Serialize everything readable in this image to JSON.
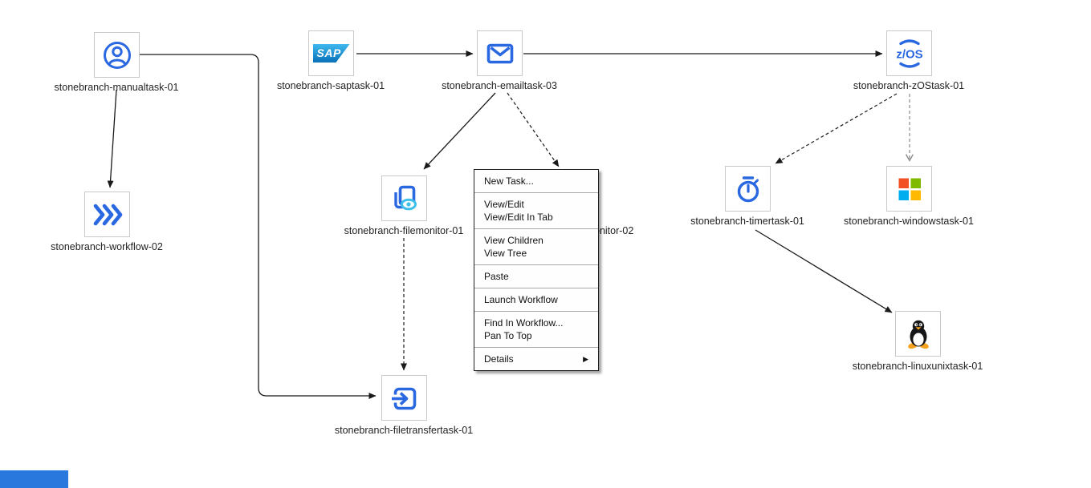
{
  "app": {
    "view": "workflow-editor-canvas"
  },
  "colors": {
    "background": "#ffffff",
    "node_border": "#c9c9c9",
    "icon_blue": "#2a68e2",
    "eye_cyan": "#3ec0e8",
    "edge_black": "#1a1a1a",
    "edge_gray": "#8a8a8a",
    "menu_border": "#1f1f1f",
    "menu_separator": "#a8a8a8",
    "label_text": "#222222",
    "sap_gradient_top": "#3db9ee",
    "sap_gradient_bottom": "#0a70b8",
    "windows_top_left": "#F25022",
    "windows_top_right": "#7FBA00",
    "windows_bottom_left": "#00ADEF",
    "windows_bottom_right": "#FFB900",
    "tux_accent": "#f6a21d",
    "bottom_left_panel": "#2878dd"
  },
  "icons": {
    "sap_text": "SAP",
    "zos_text": "z/OS"
  },
  "nodes": [
    {
      "id": "manualtask-01",
      "label": "stonebranch-manualtask-01",
      "icon": "manual-task-icon"
    },
    {
      "id": "workflow-02",
      "label": "stonebranch-workflow-02",
      "icon": "workflow-chevrons-icon"
    },
    {
      "id": "saptask-01",
      "label": "stonebranch-saptask-01",
      "icon": "sap-logo-icon"
    },
    {
      "id": "emailtask-03",
      "label": "stonebranch-emailtask-03",
      "icon": "email-envelope-icon"
    },
    {
      "id": "zostask-01",
      "label": "stonebranch-zOStask-01",
      "icon": "zos-icon"
    },
    {
      "id": "filemonitor-01",
      "label": "stonebranch-filemonitor-01",
      "icon": "file-monitor-icon"
    },
    {
      "id": "filemonitor-02",
      "label": "stonebranch-filemonitor-02",
      "icon": "file-monitor-icon",
      "occluded_by_menu": true
    },
    {
      "id": "timertask-01",
      "label": "stonebranch-timertask-01",
      "icon": "timer-stopwatch-icon"
    },
    {
      "id": "windowstask-01",
      "label": "stonebranch-windowstask-01",
      "icon": "windows-logo-icon"
    },
    {
      "id": "linuxunixtask-01",
      "label": "stonebranch-linuxunixtask-01",
      "icon": "linux-tux-icon"
    },
    {
      "id": "filetransfertask-01",
      "label": "stonebranch-filetransfertask-01",
      "icon": "file-transfer-icon"
    }
  ],
  "edges": [
    {
      "from": "stonebranch-manualtask-01",
      "to": "stonebranch-workflow-02",
      "style": "solid"
    },
    {
      "from": "stonebranch-manualtask-01",
      "to": "stonebranch-filetransfertask-01",
      "style": "solid-elbow"
    },
    {
      "from": "stonebranch-saptask-01",
      "to": "stonebranch-emailtask-03",
      "style": "solid"
    },
    {
      "from": "stonebranch-emailtask-03",
      "to": "stonebranch-zOStask-01",
      "style": "solid"
    },
    {
      "from": "stonebranch-emailtask-03",
      "to": "stonebranch-filemonitor-01",
      "style": "solid"
    },
    {
      "from": "stonebranch-emailtask-03",
      "to": "stonebranch-filemonitor-02",
      "style": "dashed"
    },
    {
      "from": "stonebranch-filemonitor-01",
      "to": "stonebranch-filetransfertask-01",
      "style": "dashed"
    },
    {
      "from": "stonebranch-zOStask-01",
      "to": "stonebranch-timertask-01",
      "style": "dashed"
    },
    {
      "from": "stonebranch-zOStask-01",
      "to": "stonebranch-windowstask-01",
      "style": "dashed-open-gray"
    },
    {
      "from": "stonebranch-timertask-01",
      "to": "stonebranch-linuxunixtask-01",
      "style": "solid"
    }
  ],
  "context_menu": {
    "groups": [
      {
        "items": [
          "New Task..."
        ]
      },
      {
        "items": [
          "View/Edit",
          "View/Edit In Tab"
        ]
      },
      {
        "items": [
          "View Children",
          "View Tree"
        ]
      },
      {
        "items": [
          "Paste"
        ]
      },
      {
        "items": [
          "Launch Workflow"
        ]
      },
      {
        "items": [
          "Find In Workflow...",
          "Pan To Top"
        ]
      },
      {
        "items": [
          "Details"
        ]
      }
    ],
    "submenu_arrow": "▶"
  }
}
